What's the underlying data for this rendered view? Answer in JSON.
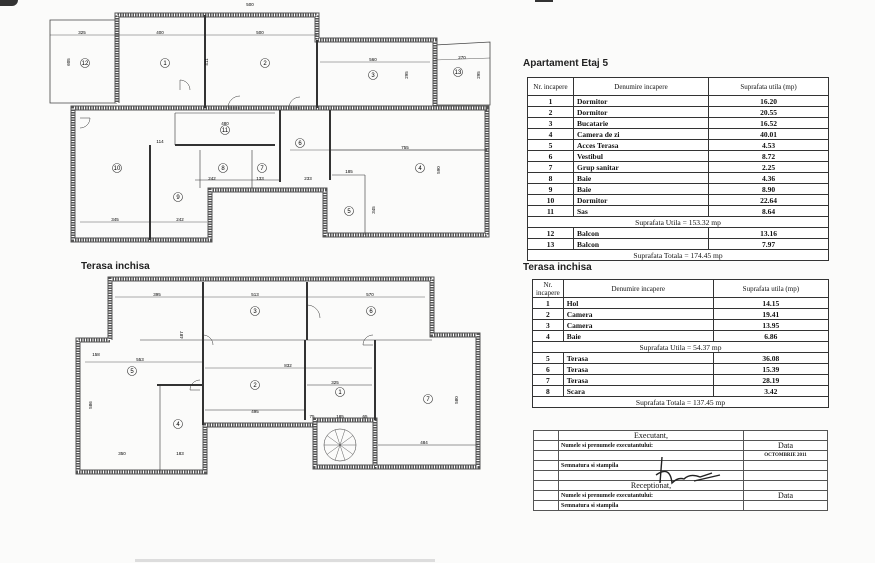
{
  "plan_top": {
    "rooms": [
      "1",
      "2",
      "3",
      "4",
      "5",
      "6",
      "7",
      "8",
      "9",
      "10",
      "11",
      "12",
      "13"
    ],
    "dims": [
      "500",
      "325",
      "400",
      "500",
      "560",
      "270",
      "605",
      "411",
      "295",
      "295",
      "480",
      "114",
      "755",
      "185",
      "345",
      "242",
      "242",
      "345",
      "233",
      "133",
      "590"
    ]
  },
  "plan_bottom": {
    "title": "Terasa inchisa",
    "rooms": [
      "1",
      "2",
      "3",
      "4",
      "5",
      "6",
      "7"
    ],
    "dims": [
      "395",
      "513",
      "570",
      "158",
      "553",
      "832",
      "325",
      "495",
      "350",
      "183",
      "75",
      "185",
      "65",
      "484",
      "586",
      "580",
      "487"
    ]
  },
  "table1": {
    "title": "Apartament Etaj 5",
    "headers": [
      "Nr. incapere",
      "Denumire incapere",
      "Suprafata utila (mp)"
    ],
    "rows": [
      [
        "1",
        "Dormitor",
        "16.20"
      ],
      [
        "2",
        "Dormitor",
        "20.55"
      ],
      [
        "3",
        "Bucatarie",
        "16.52"
      ],
      [
        "4",
        "Camera de zi",
        "40.01"
      ],
      [
        "5",
        "Acces Terasa",
        "4.53"
      ],
      [
        "6",
        "Vestibul",
        "8.72"
      ],
      [
        "7",
        "Grup sanitar",
        "2.25"
      ],
      [
        "8",
        "Baie",
        "4.36"
      ],
      [
        "9",
        "Baie",
        "8.90"
      ],
      [
        "10",
        "Dormitor",
        "22.64"
      ],
      [
        "11",
        "Sas",
        "8.64"
      ]
    ],
    "subtotal": "Suprafata Utila  = 153.32 mp",
    "extra_rows": [
      [
        "12",
        "Balcon",
        "13.16"
      ],
      [
        "13",
        "Balcon",
        "7.97"
      ]
    ],
    "total": "Suprafata Totala  = 174.45 mp"
  },
  "table2": {
    "title": "Terasa inchisa",
    "headers": [
      "Nr. incapere",
      "Denumire incapere",
      "Suprafata utila (mp)"
    ],
    "rows": [
      [
        "1",
        "Hol",
        "14.15"
      ],
      [
        "2",
        "Camera",
        "19.41"
      ],
      [
        "3",
        "Camera",
        "13.95"
      ],
      [
        "4",
        "Baie",
        "6.86"
      ]
    ],
    "subtotal": "Suprafata Utila  = 54.37 mp",
    "extra_rows": [
      [
        "5",
        "Terasa",
        "36.08"
      ],
      [
        "6",
        "Terasa",
        "15.39"
      ],
      [
        "7",
        "Terasa",
        "28.19"
      ],
      [
        "8",
        "Scara",
        "3.42"
      ]
    ],
    "total": "Suprafata Totala  = 137.45 mp"
  },
  "signatures": {
    "executant": "Executant,",
    "name_label": "Numele si prenumele executantului:",
    "date_label": "Data",
    "date_value": "OCTOMBRIE 2011",
    "sign_label": "Semnatura si stampila",
    "receptionat": "Receptionat,",
    "name_label2": "Numele si prenumele executantului:",
    "date_label2": "Data",
    "sign_label2": "Semnatura si stampila"
  }
}
